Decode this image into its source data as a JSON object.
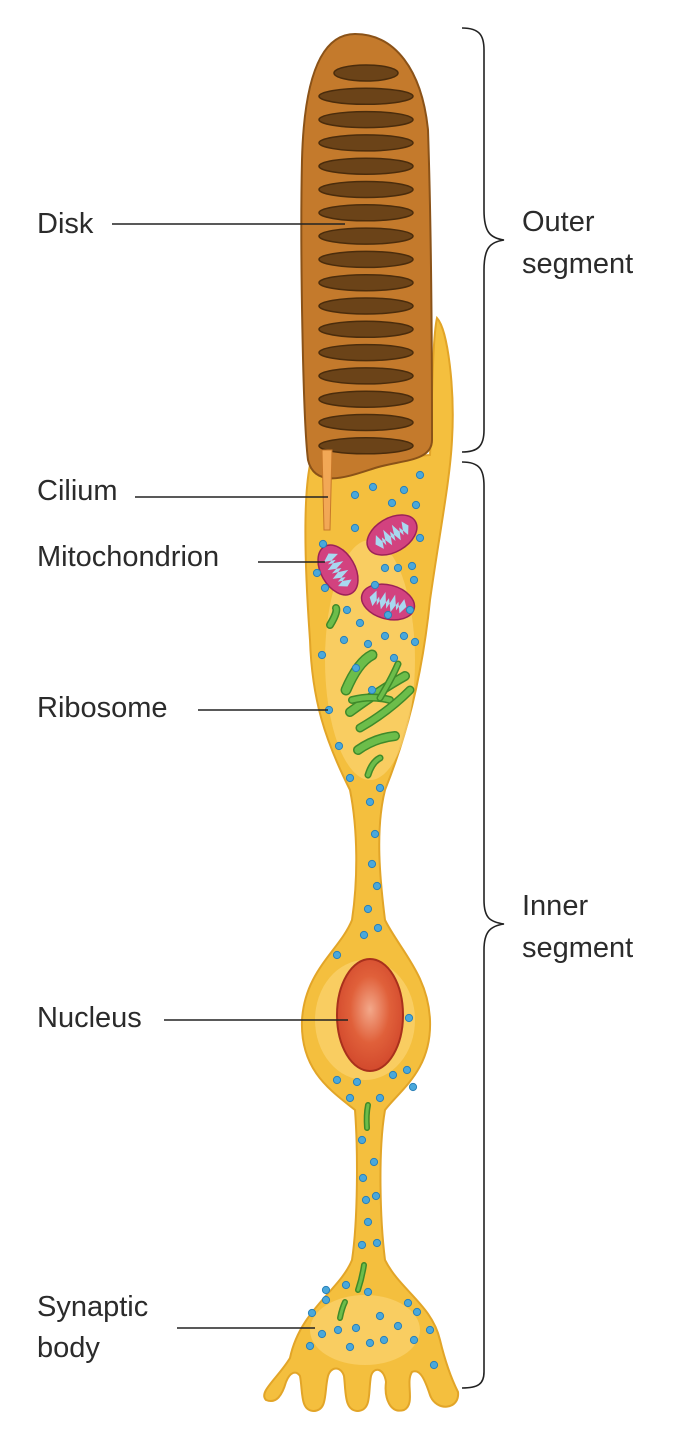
{
  "title": "Rod photoreceptor cell",
  "labels": {
    "disk": "Disk",
    "cilium": "Cilium",
    "mitochondrion": "Mitochondrion",
    "ribosome": "Ribosome",
    "nucleus": "Nucleus",
    "synaptic_1": "Synaptic",
    "synaptic_2": "body"
  },
  "brackets": {
    "outer_1": "Outer",
    "outer_2": "segment",
    "inner_1": "Inner",
    "inner_2": "segment"
  },
  "colors": {
    "cell": "#f3be3c",
    "outer_segment": "#c47a2c",
    "disk": "#6b4318",
    "mitochondrion": "#d2427f",
    "cristae": "#a8d8f0",
    "ribosome": "#4aa8db",
    "er": "#5aaa3c",
    "nucleus": "#d64a2c"
  }
}
